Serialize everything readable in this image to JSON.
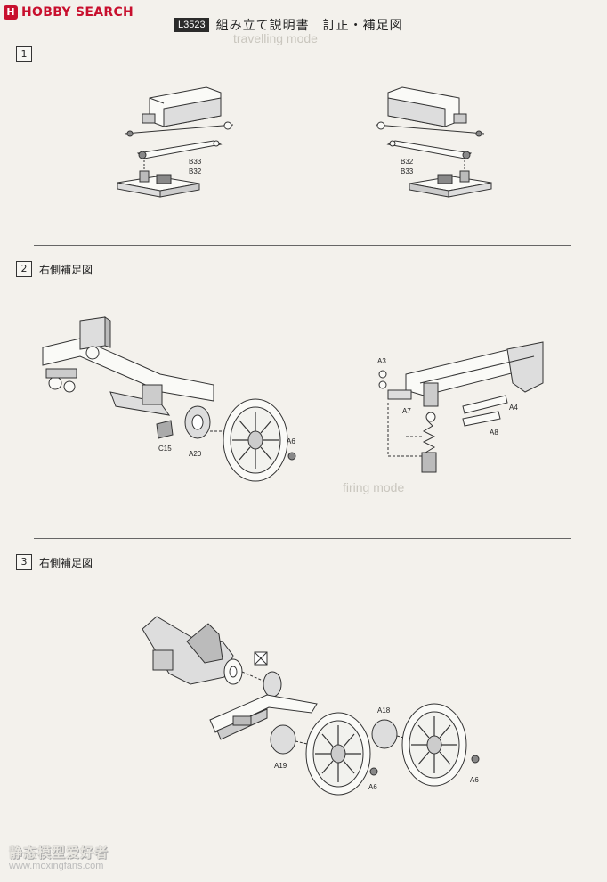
{
  "logo": {
    "badge": "H",
    "text": "HOBBY SEARCH"
  },
  "title": {
    "code": "L3523",
    "text": "組み立て説明書　訂正・補足図"
  },
  "sections": [
    {
      "num": "1",
      "label": ""
    },
    {
      "num": "2",
      "label": "右側補足図"
    },
    {
      "num": "3",
      "label": "右側補足図"
    }
  ],
  "parts": {
    "s1_left_top": "B33",
    "s1_left_bottom": "B32",
    "s1_right_top": "B32",
    "s1_right_bottom": "B33",
    "s2_c15": "C15",
    "s2_a20": "A20",
    "s2_a6": "A6",
    "s2_a3": "A3",
    "s2_a7": "A7",
    "s2_a4": "A4",
    "s2_a8": "A8",
    "s3_a18": "A18",
    "s3_a19": "A19",
    "s3_a6_left": "A6",
    "s3_a6_right": "A6"
  },
  "ghost_text": {
    "top": "travelling mode",
    "middle": "firing mode"
  },
  "watermark": {
    "text": "静态模型爱好者",
    "url": "www.moxingfans.com"
  },
  "colors": {
    "brand": "#c8102e",
    "line": "#333333"
  }
}
